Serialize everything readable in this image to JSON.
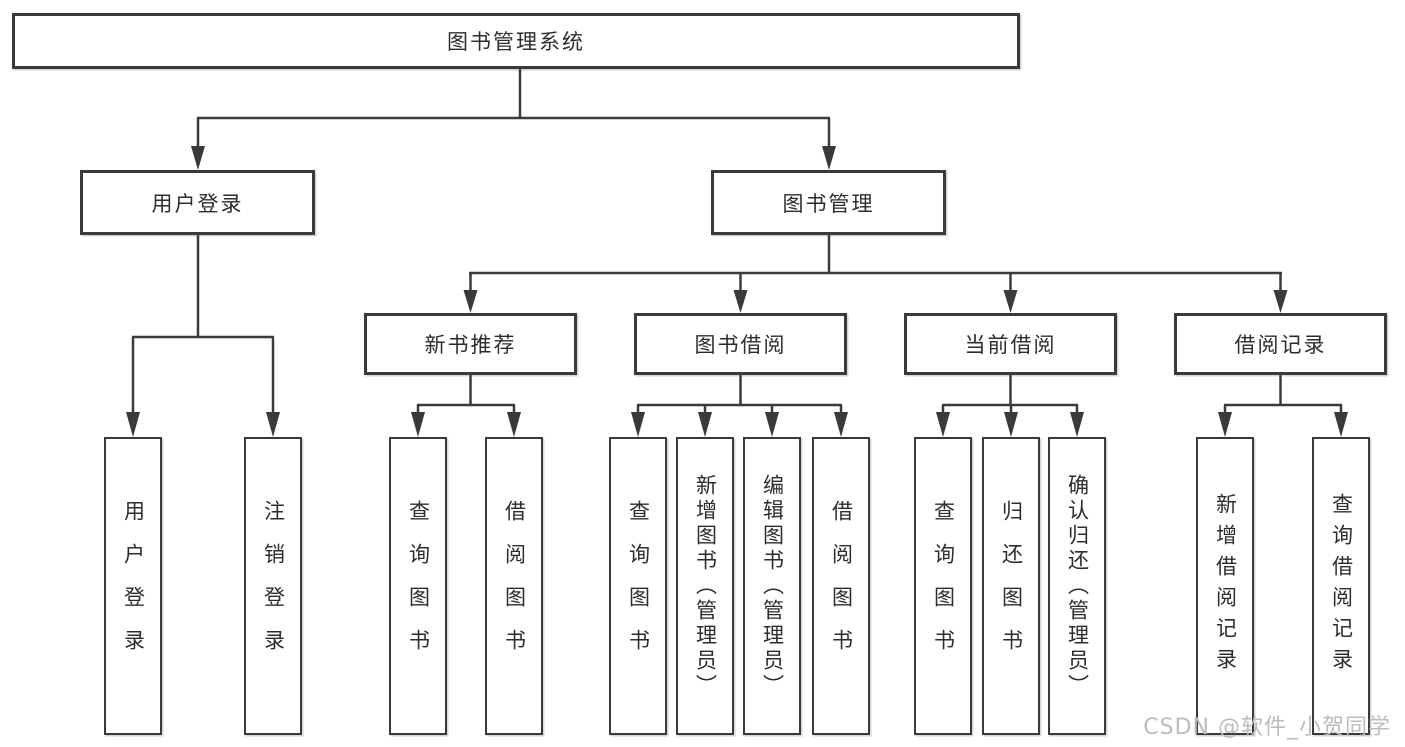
{
  "tree": {
    "label": "图书管理系统",
    "children": [
      {
        "label": "用户登录",
        "children": [
          {
            "label": "用户登录"
          },
          {
            "label": "注销登录"
          }
        ]
      },
      {
        "label": "图书管理",
        "children": [
          {
            "label": "新书推荐",
            "children": [
              {
                "label": "查询图书"
              },
              {
                "label": "借阅图书"
              }
            ]
          },
          {
            "label": "图书借阅",
            "children": [
              {
                "label": "查询图书"
              },
              {
                "label": "新增图书（管理员）"
              },
              {
                "label": "编辑图书（管理员）"
              },
              {
                "label": "借阅图书"
              }
            ]
          },
          {
            "label": "当前借阅",
            "children": [
              {
                "label": "查询图书"
              },
              {
                "label": "归还图书"
              },
              {
                "label": "确认归还（管理员）"
              }
            ]
          },
          {
            "label": "借阅记录",
            "children": [
              {
                "label": "新增借阅记录"
              },
              {
                "label": "查询借阅记录"
              }
            ]
          }
        ]
      }
    ]
  },
  "colors": {
    "line": "#3a3a3a",
    "text": "#2d2d2d",
    "watermark": "#bcbcbc"
  },
  "watermark": {
    "text": "CSDN @软件_小贺同学"
  }
}
